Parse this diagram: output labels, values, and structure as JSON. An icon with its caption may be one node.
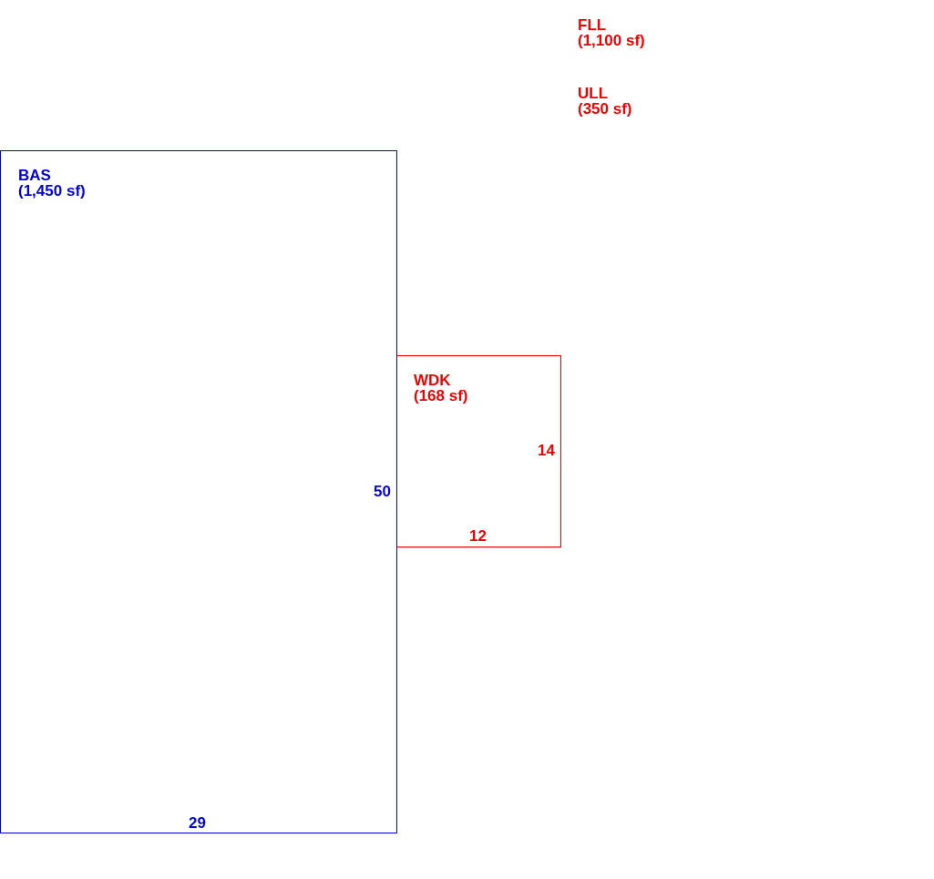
{
  "diagram": {
    "nodes": [
      {
        "text": [
          "BAS",
          "(1,450 sf)"
        ]
      },
      {
        "text": [
          "WDK",
          "(168 sf)"
        ]
      }
    ],
    "labels": [
      "FLL",
      "(1,100 sf)",
      "ULL",
      "(350 sf)",
      "14",
      "50",
      "12",
      "29"
    ]
  }
}
